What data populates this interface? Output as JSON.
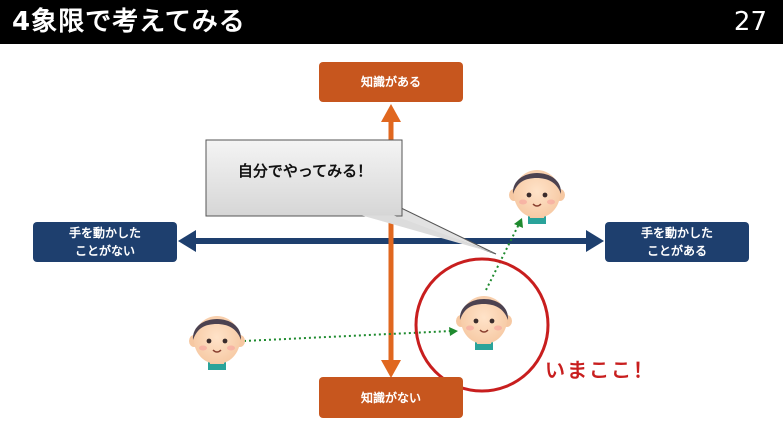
{
  "header": {
    "title": "4象限で考えてみる",
    "page_number": "27"
  },
  "axes": {
    "top": "知識がある",
    "bottom": "知識がない",
    "left": [
      "手を動かした",
      "ことがない"
    ],
    "right": [
      "手を動かした",
      "ことがある"
    ]
  },
  "speech_bubble": "自分でやってみる！",
  "current_label": "いまここ！",
  "colors": {
    "vertical_axis": "#e0671f",
    "horizontal_axis": "#1e3f6e",
    "highlight_circle": "#c81e1e",
    "path_dots": "#1e8a2e"
  }
}
